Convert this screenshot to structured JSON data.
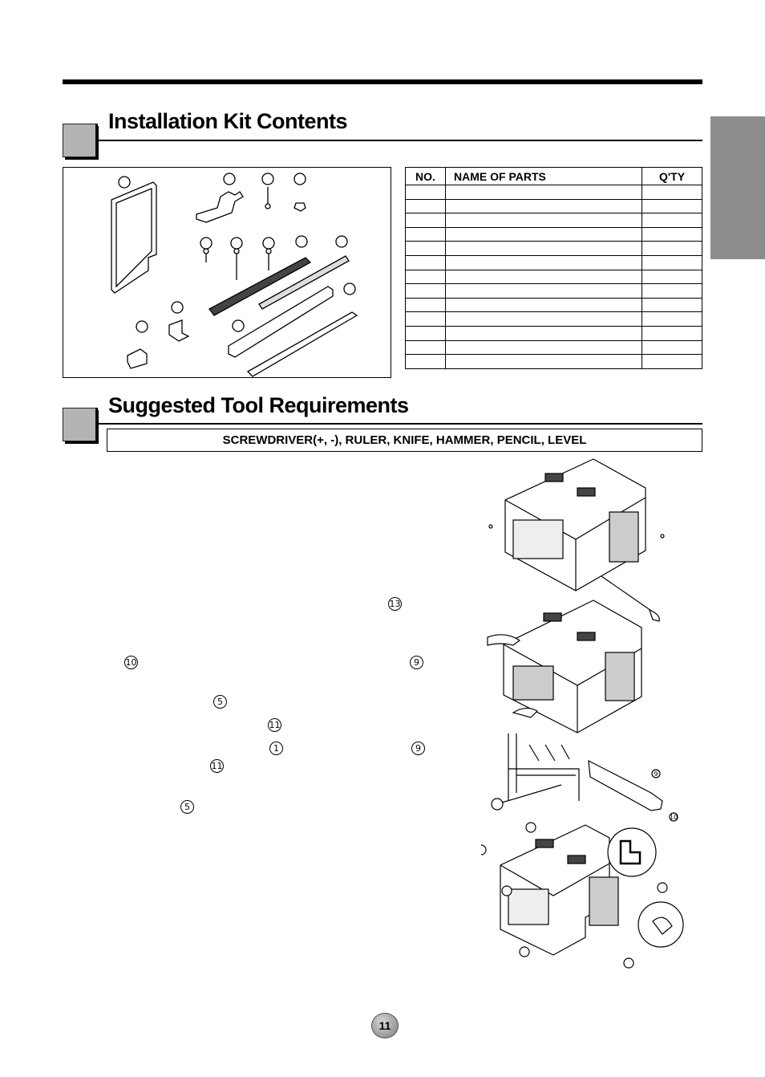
{
  "sections": {
    "kit_title": "Installation Kit Contents",
    "tools_title": "Suggested Tool Requirements"
  },
  "table": {
    "headers": {
      "no": "NO.",
      "name": "NAME OF PARTS",
      "qty": "Q'TY"
    },
    "rows": [
      {
        "no": "",
        "name": "",
        "qty": ""
      },
      {
        "no": "",
        "name": "",
        "qty": ""
      },
      {
        "no": "",
        "name": "",
        "qty": ""
      },
      {
        "no": "",
        "name": "",
        "qty": ""
      },
      {
        "no": "",
        "name": "",
        "qty": ""
      },
      {
        "no": "",
        "name": "",
        "qty": ""
      },
      {
        "no": "",
        "name": "",
        "qty": ""
      },
      {
        "no": "",
        "name": "",
        "qty": ""
      },
      {
        "no": "",
        "name": "",
        "qty": ""
      },
      {
        "no": "",
        "name": "",
        "qty": ""
      },
      {
        "no": "",
        "name": "",
        "qty": ""
      },
      {
        "no": "",
        "name": "",
        "qty": ""
      },
      {
        "no": "",
        "name": "",
        "qty": ""
      }
    ]
  },
  "tools": "SCREWDRIVER(+, -), RULER, KNIFE, HAMMER, PENCIL, LEVEL",
  "step_markers": {
    "m13": "13",
    "m10": "10",
    "m9a": "9",
    "m5a": "5",
    "m11a": "11",
    "m1": "1",
    "m9b": "9",
    "m11b": "11",
    "m5b": "5"
  },
  "figure_labels": {
    "f9": "9",
    "f10": "10"
  },
  "page_number": "11"
}
